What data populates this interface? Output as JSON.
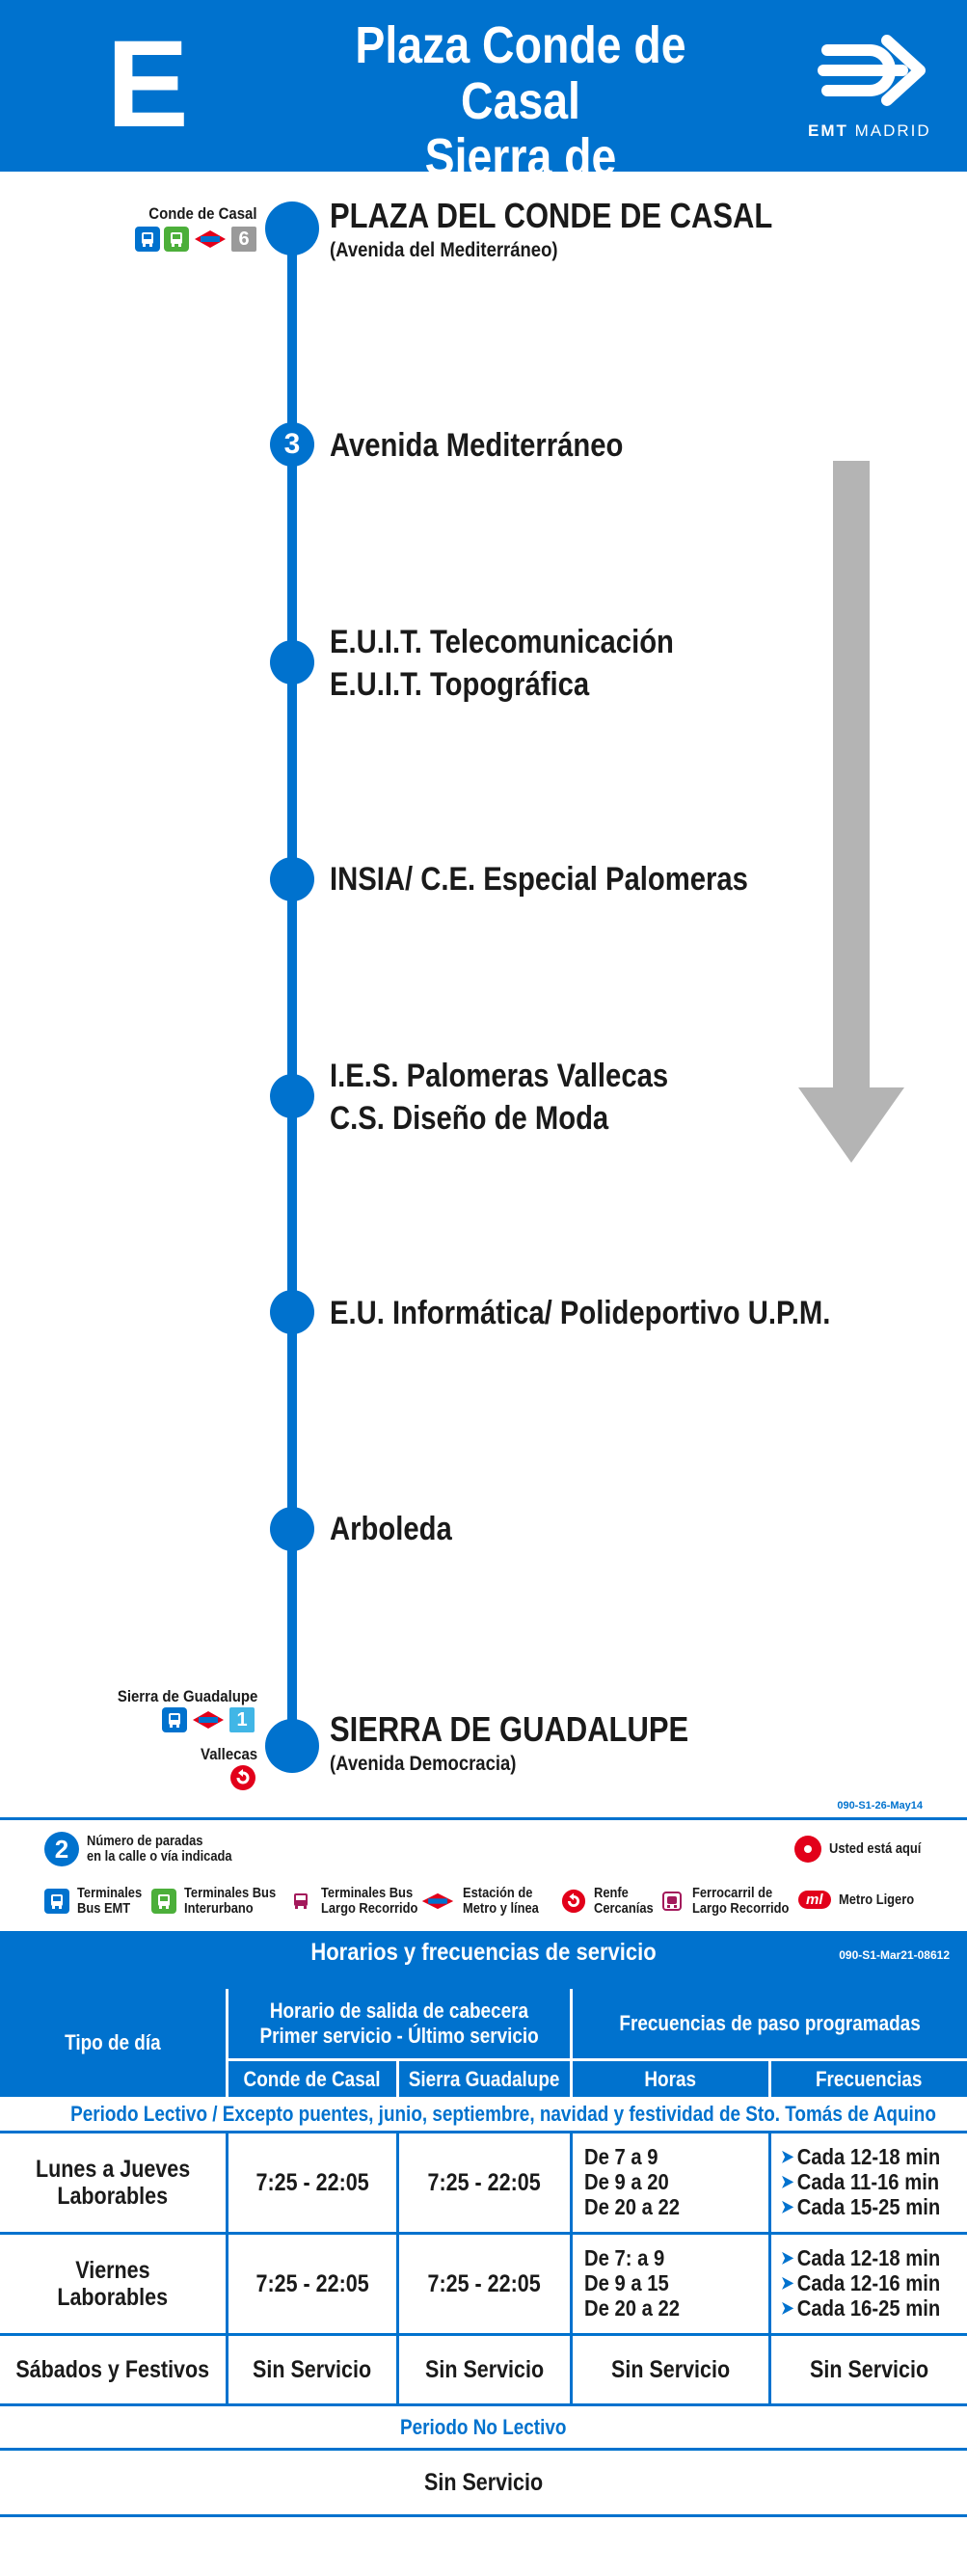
{
  "header": {
    "line": "E",
    "title_line1": "Plaza Conde de Casal",
    "title_line2": "Sierra de Guadalupe",
    "brand_emt": "EMT",
    "brand_city": "MADRID"
  },
  "route": {
    "origin_transfer_label": "Conde de Casal",
    "origin_metro_line": "6",
    "destination_transfer_label": "Sierra de Guadalupe",
    "destination_metro_line": "1",
    "destination_renfe_label": "Vallecas",
    "stops": [
      {
        "name": "PLAZA DEL CONDE DE CASAL",
        "sub": "(Avenida del Mediterráneo)"
      },
      {
        "name": "Avenida Mediterráneo",
        "count": "3"
      },
      {
        "name": "E.U.I.T. Telecomunicación",
        "name2": "E.U.I.T. Topográfica"
      },
      {
        "name": "INSIA/ C.E. Especial Palomeras"
      },
      {
        "name": "I.E.S. Palomeras Vallecas",
        "name2": "C.S. Diseño de Moda"
      },
      {
        "name": "E.U. Informática/ Polideportivo U.P.M."
      },
      {
        "name": "Arboleda"
      },
      {
        "name": "SIERRA DE GUADALUPE",
        "sub": "(Avenida Democracia)"
      }
    ],
    "code": "090-S1-26-May14"
  },
  "legend": {
    "stops_count_number": "2",
    "stops_count_text1": "Número de paradas",
    "stops_count_text2": "en la calle o vía indicada",
    "you_are_here": "Usted está aquí",
    "items": [
      {
        "l1": "Terminales",
        "l2": "Bus EMT"
      },
      {
        "l1": "Terminales Bus",
        "l2": "Interurbano"
      },
      {
        "l1": "Terminales Bus",
        "l2": "Largo Recorrido"
      },
      {
        "l1": "Estación de",
        "l2": "Metro y línea"
      },
      {
        "l1": "Renfe",
        "l2": "Cercanías"
      },
      {
        "l1": "Ferrocarril de",
        "l2": "Largo Recorrido"
      },
      {
        "l1": "Metro Ligero",
        "l2": ""
      }
    ],
    "metro_ligero_badge": "ml"
  },
  "schedule": {
    "title": "Horarios y frecuencias de servicio",
    "code": "090-S1-Mar21-08612",
    "col_tipo": "Tipo de día",
    "col_salida_l1": "Horario de salida de cabecera",
    "col_salida_l2": "Primer servicio - Último servicio",
    "col_frec": "Frecuencias de paso programadas",
    "sub_conde": "Conde de Casal",
    "sub_sierra": "Sierra Guadalupe",
    "sub_horas": "Horas",
    "sub_frecuencias": "Frecuencias",
    "period_lectivo": "Periodo Lectivo / Excepto puentes, junio, septiembre, navidad y festividad de Sto. Tomás de Aquino",
    "rows": [
      {
        "day_l1": "Lunes a Jueves",
        "day_l2": "Laborables",
        "conde": "7:25 - 22:05",
        "sierra": "7:25 - 22:05",
        "hours": [
          "De 7 a 9",
          "De 9 a 20",
          "De 20 a 22"
        ],
        "freqs": [
          "Cada 12-18 min",
          "Cada 11-16 min",
          "Cada 15-25 min"
        ]
      },
      {
        "day_l1": "Viernes",
        "day_l2": "Laborables",
        "conde": "7:25 - 22:05",
        "sierra": "7:25 - 22:05",
        "hours": [
          "De 7: a 9",
          "De 9 a 15",
          "De 20 a 22"
        ],
        "freqs": [
          "Cada 12-18 min",
          "Cada 12-16 min",
          "Cada 16-25 min"
        ]
      }
    ],
    "weekend_label": "Sábados y Festivos",
    "no_service": "Sin Servicio",
    "period_no_lectivo": "Periodo No Lectivo"
  },
  "colors": {
    "brand_blue": "#0072ce",
    "arrow_gray": "#b4b4b4",
    "red": "#e2001a"
  }
}
